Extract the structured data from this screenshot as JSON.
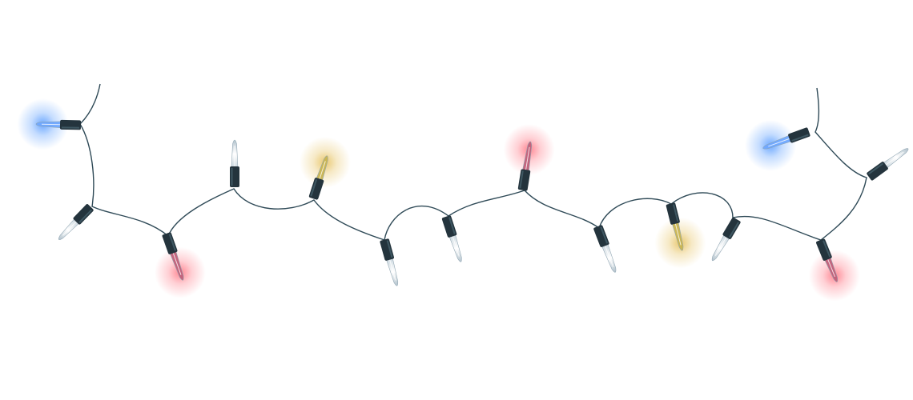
{
  "scene": {
    "subject": "string-of-christmas-lights",
    "wire_color": "#2f4a57",
    "socket_color": "#24343d",
    "bulbs": [
      {
        "color": "blue",
        "glow": "#3d8cff",
        "lit": true
      },
      {
        "color": "clear",
        "glow": "#ffffff",
        "lit": false
      },
      {
        "color": "red",
        "glow": "#ff6070",
        "lit": true
      },
      {
        "color": "clear",
        "glow": "#ffffff",
        "lit": false
      },
      {
        "color": "yellow",
        "glow": "#e2b640",
        "lit": true
      },
      {
        "color": "clear",
        "glow": "#f2ecd8",
        "lit": false
      },
      {
        "color": "clear",
        "glow": "#ffffff",
        "lit": false
      },
      {
        "color": "red",
        "glow": "#ff6070",
        "lit": true
      },
      {
        "color": "clear",
        "glow": "#ffffff",
        "lit": false
      },
      {
        "color": "yellow",
        "glow": "#e2b640",
        "lit": true
      },
      {
        "color": "clear",
        "glow": "#ffffff",
        "lit": false
      },
      {
        "color": "blue",
        "glow": "#3d8cff",
        "lit": true
      },
      {
        "color": "clear",
        "glow": "#ffffff",
        "lit": false
      },
      {
        "color": "red",
        "glow": "#ff6070",
        "lit": true
      }
    ]
  }
}
